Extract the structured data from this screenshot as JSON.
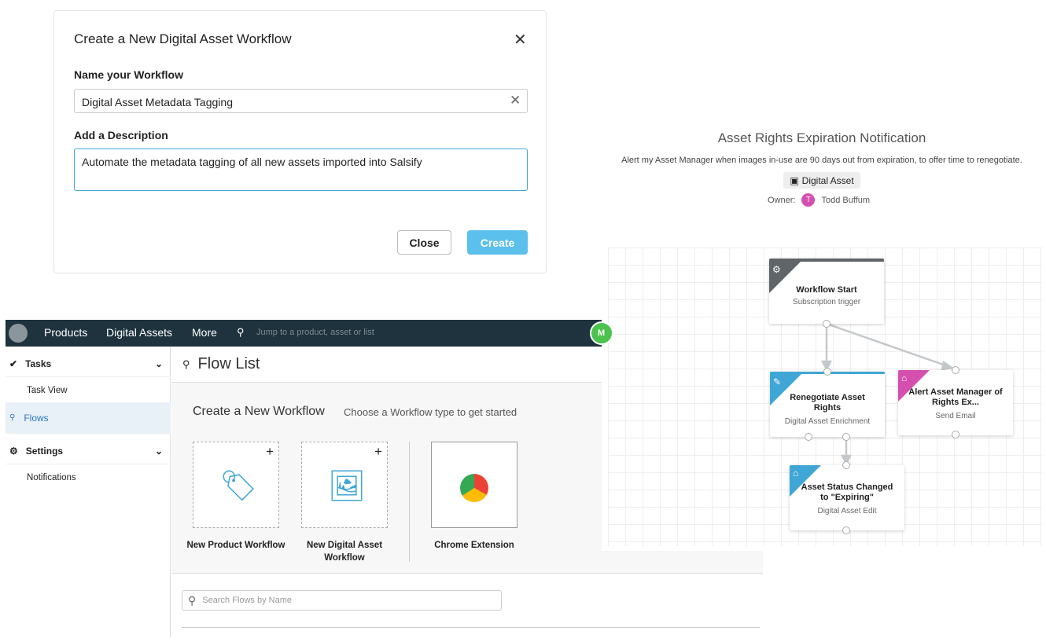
{
  "modal": {
    "title": "Create a New Digital Asset Workflow",
    "name_label": "Name your Workflow",
    "name_value": "Digital Asset Metadata Tagging",
    "desc_label": "Add a Description",
    "desc_value": "Automate the metadata tagging of all new assets imported into Salsify",
    "close_label": "Close",
    "create_label": "Create",
    "accent": "#5bc0eb"
  },
  "nav": {
    "items": [
      "Products",
      "Digital Assets",
      "More"
    ],
    "search_placeholder": "Jump to a product, asset or list",
    "avatar": "M"
  },
  "sidebar": {
    "tasks": "Tasks",
    "task_view": "Task View",
    "flows": "Flows",
    "settings": "Settings",
    "notifications": "Notifications"
  },
  "main": {
    "title": "Flow List",
    "create_heading": "Create a New Workflow",
    "create_sub": "Choose a Workflow type to get started",
    "cards": [
      "New Product Workflow",
      "New Digital Asset Workflow",
      "Chrome Extension"
    ],
    "search_placeholder": "Search Flows by Name"
  },
  "flow": {
    "title": "Asset Rights Expiration Notification",
    "description": "Alert my Asset Manager when images in-use are 90 days out from expiration, to offer time to renegotiate.",
    "badge": "Digital Asset",
    "owner_label": "Owner:",
    "owner_initial": "T",
    "owner_name": "Todd Buffum",
    "nodes": [
      {
        "title": "Workflow Start",
        "sub": "Subscription trigger",
        "color": "#5f6569"
      },
      {
        "title": "Renegotiate Asset Rights",
        "sub": "Digital Asset Enrichment",
        "color": "#3fa6d6"
      },
      {
        "title": "Alert Asset Manager of Rights Ex...",
        "sub": "Send Email",
        "color": "#d44fae"
      },
      {
        "title": "Asset Status Changed to \"Expiring\"",
        "sub": "Digital Asset Edit",
        "color": "#3fa6d6"
      }
    ]
  }
}
